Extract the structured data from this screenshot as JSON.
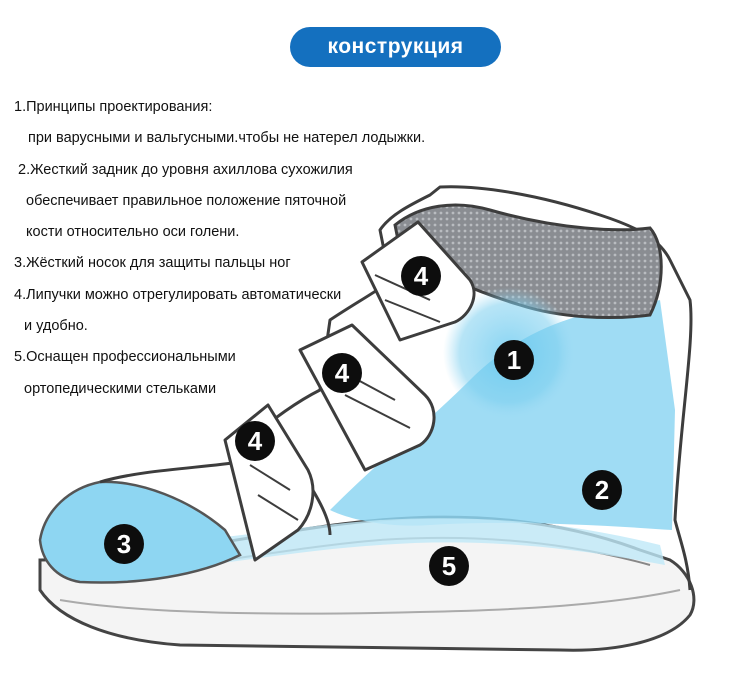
{
  "title": "конструкция",
  "description_lines": [
    "1.Принципы проектирования:",
    "при варусными и вальгусными.чтобы не натерел лодыжки.",
    "2.Жесткий задник до уровня ахиллова сухожилия",
    "обеспечивает правильное положение пяточной",
    "кости относительно оси голени.",
    "3.Жёсткий носок для защиты пальцы ног",
    "4.Липучки можно отрегулировать автоматически",
    "и удобно.",
    "5.Оснащен профессиональными",
    "ортопедическими стельками"
  ],
  "markers": [
    {
      "label": "1",
      "meaning": "design-principle"
    },
    {
      "label": "2",
      "meaning": "rigid-heel-counter"
    },
    {
      "label": "3",
      "meaning": "rigid-toe-cap"
    },
    {
      "label": "4",
      "meaning": "velcro-strap-top"
    },
    {
      "label": "4",
      "meaning": "velcro-strap-middle"
    },
    {
      "label": "4",
      "meaning": "velcro-strap-bottom"
    },
    {
      "label": "5",
      "meaning": "orthopedic-insole"
    }
  ],
  "colors": {
    "title_pill": "#1470bf",
    "highlight": "#8ed6f2",
    "marker": "#0d0d0d",
    "outline": "#444444"
  }
}
